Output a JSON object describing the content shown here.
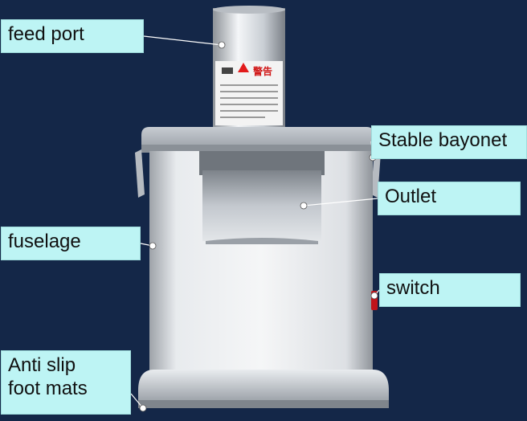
{
  "labels": {
    "feed_port": "feed port",
    "stable_bayonet": "Stable bayonet",
    "outlet": "Outlet",
    "fuselage": "fuselage",
    "switch": "switch",
    "anti_slip": "Anti slip\nfoot mats"
  },
  "warning_sign": "警告",
  "colors": {
    "background": "#142748",
    "label_fill": "#bdf4f4",
    "leader_line": "#ffffff",
    "steel": "#d9dde2",
    "switch_red": "#c0141a"
  }
}
